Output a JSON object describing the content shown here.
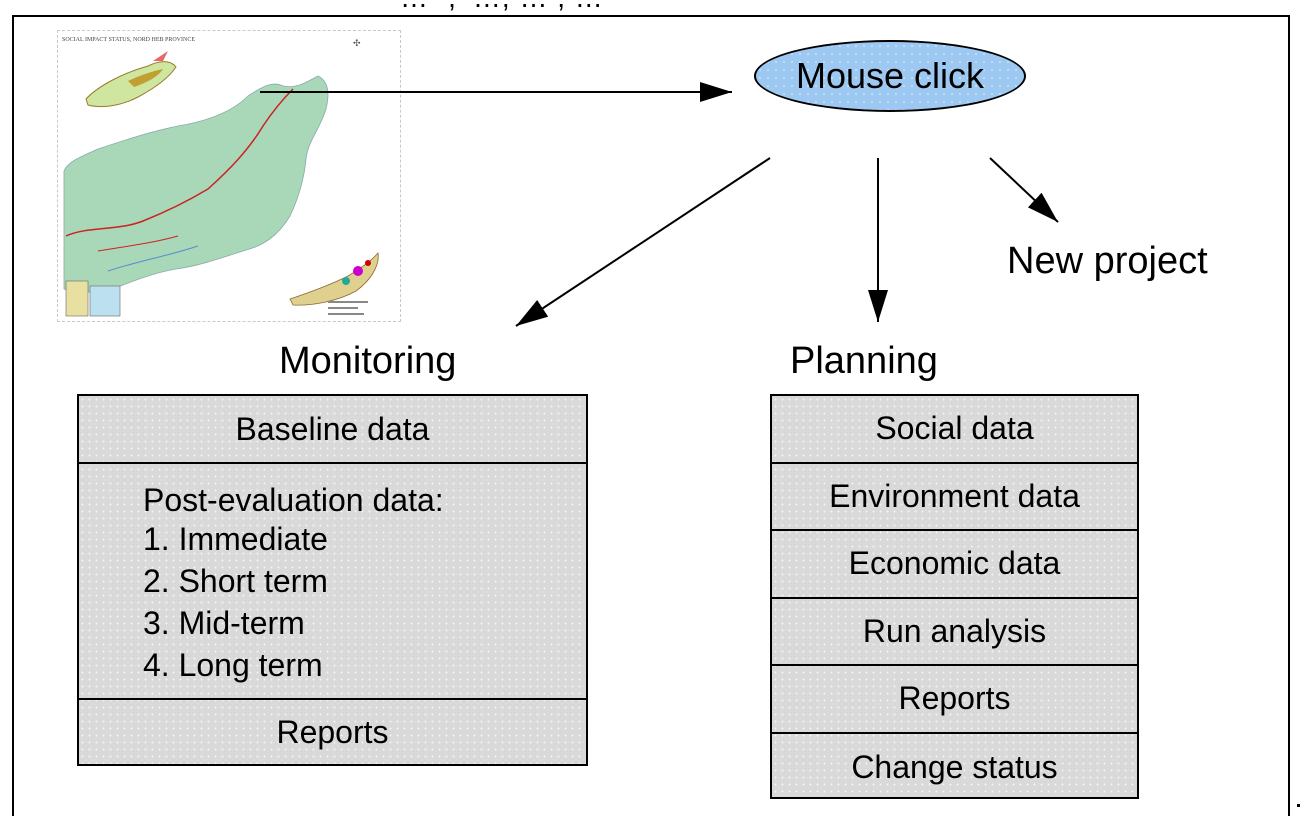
{
  "header_cut_text": "… “, ’…, … , …",
  "map": {
    "title": "SOCIAL IMPACT STATUS, NORD HEB PROVINCE"
  },
  "nodes": {
    "mouse_click": "Mouse click",
    "monitoring": "Monitoring",
    "planning": "Planning",
    "new_project": "New project"
  },
  "monitoring_table": {
    "baseline": "Baseline data",
    "post_eval_title": "Post-evaluation data:",
    "post_eval_items": [
      "1. Immediate",
      "2. Short term",
      "3. Mid-term",
      "4. Long term"
    ],
    "reports": "Reports"
  },
  "planning_table": {
    "rows": [
      "Social data",
      "Environment data",
      "Economic data",
      "Run analysis",
      "Reports",
      "Change status"
    ]
  },
  "colors": {
    "ellipse_fill": "#9cc8f2",
    "table_fill": "#d9d9d9",
    "map_land": "#a8d8b8"
  }
}
